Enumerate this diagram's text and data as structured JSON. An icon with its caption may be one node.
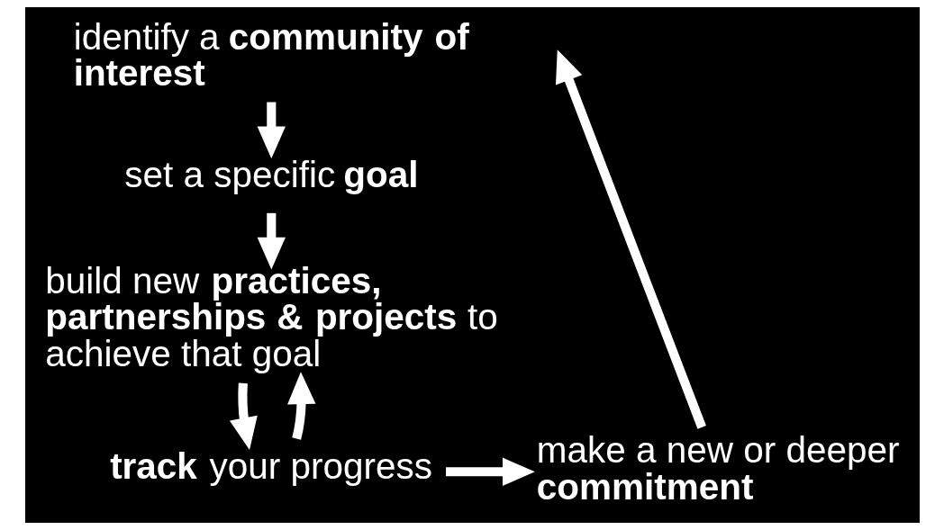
{
  "diagram": {
    "nodes": [
      {
        "text": [
          "identify a **community of interest**"
        ]
      },
      {
        "text": [
          "set a specific **goal**"
        ]
      },
      {
        "text": [
          "build new **practices, partnerships & projects** to achieve that goal"
        ]
      },
      {
        "text": [
          "**track** your progress"
        ]
      },
      {
        "text": [
          "make a new or deeper **commitment**"
        ]
      }
    ],
    "edges": [
      {
        "from": 0,
        "to": 1,
        "arrow": "to"
      },
      {
        "from": 1,
        "to": 2,
        "arrow": "to"
      },
      {
        "from": 2,
        "to": 3,
        "arrow": "to"
      },
      {
        "from": 3,
        "to": 2,
        "arrow": "to"
      },
      {
        "from": 3,
        "to": 4,
        "arrow": "to"
      },
      {
        "from": 4,
        "to": null,
        "arrow": "to"
      }
    ]
  }
}
